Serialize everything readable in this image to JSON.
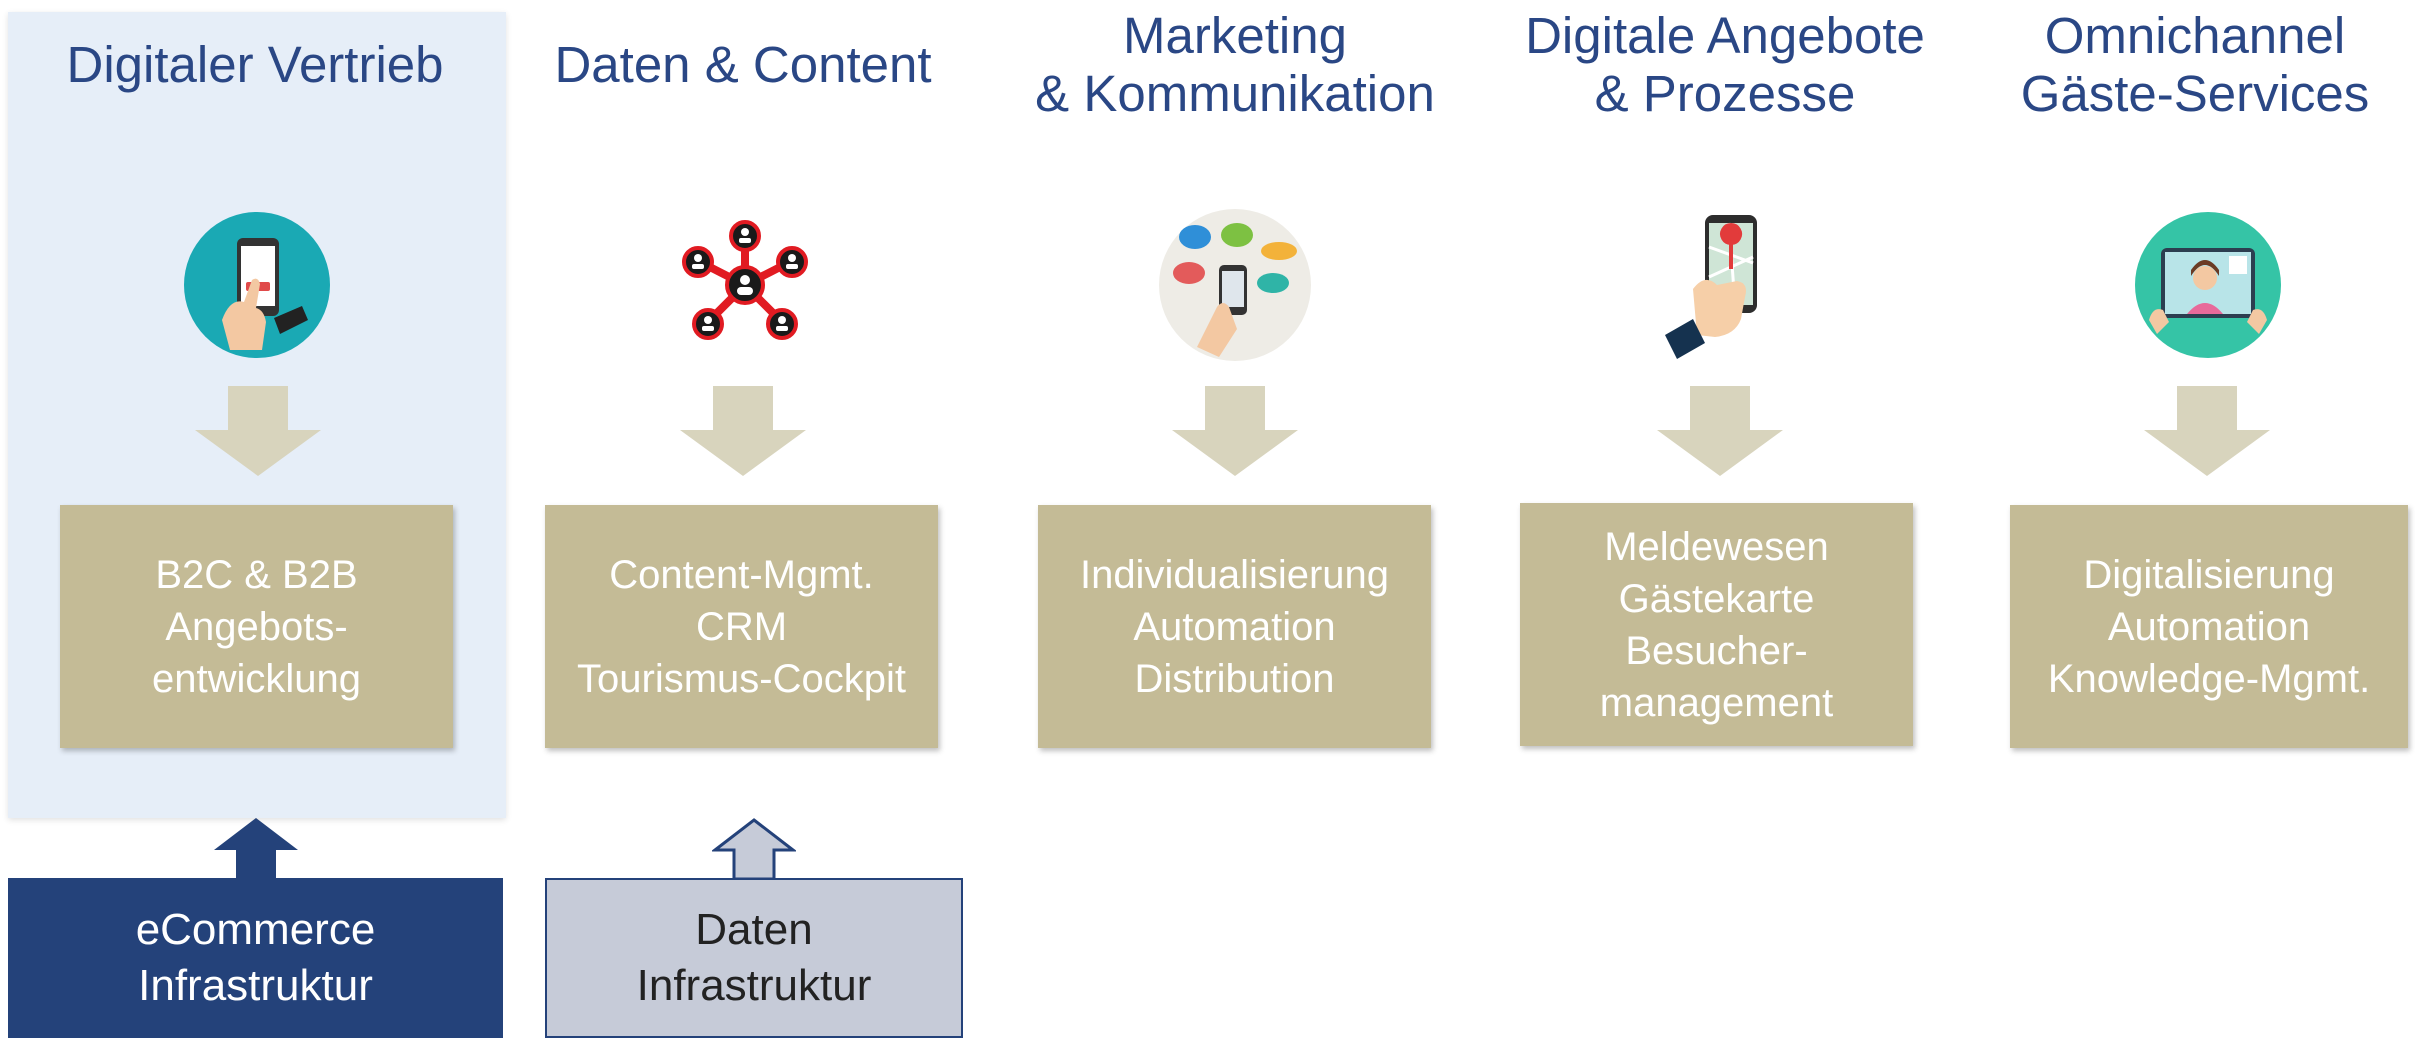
{
  "columns": [
    {
      "title": "Digitaler Vertrieb",
      "icon": "online-booking-icon",
      "box_lines": [
        "B2C & B2B",
        "Angebots-",
        "entwicklung"
      ]
    },
    {
      "title": "Daten & Content",
      "icon": "network-people-icon",
      "box_lines": [
        "Content-Mgmt.",
        "CRM",
        "Tourismus-Cockpit"
      ]
    },
    {
      "title": "Marketing\n& Kommunikation",
      "icon": "social-media-phone-icon",
      "box_lines": [
        "Individualisierung",
        "Automation",
        "Distribution"
      ]
    },
    {
      "title": "Digitale Angebote\n&  Prozesse",
      "icon": "map-phone-icon",
      "box_lines": [
        "Meldewesen",
        "Gästekarte",
        "Besucher-",
        "management"
      ]
    },
    {
      "title": "Omnichannel\nGäste-Services",
      "icon": "video-call-icon",
      "box_lines": [
        "Digitalisierung",
        "Automation",
        "Knowledge-Mgmt."
      ]
    }
  ],
  "infrastructure": [
    {
      "lines": [
        "eCommerce",
        "Infrastruktur"
      ]
    },
    {
      "lines": [
        "Daten",
        "Infrastruktur"
      ]
    }
  ],
  "colors": {
    "title_blue": "#2a4785",
    "box_khaki": "#c4bb96",
    "arrow_beige": "#d8d4bd",
    "infra_navy": "#24427a",
    "infra_grey": "#c6cbd8",
    "highlight_bg": "#e6eef8"
  }
}
